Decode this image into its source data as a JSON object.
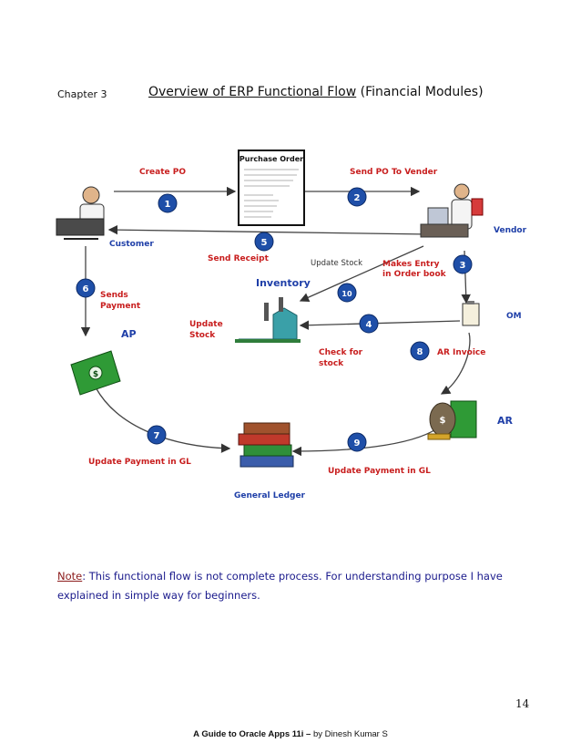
{
  "header": {
    "chapter": "Chapter 3",
    "title_underlined": "Overview of ERP Functional Flow",
    "title_rest": "(Financial Modules)"
  },
  "diagram": {
    "po_doc_title": "Purchase Order",
    "steps": [
      {
        "n": "1",
        "label": "Create PO"
      },
      {
        "n": "2",
        "label": "Send PO To Vender"
      },
      {
        "n": "3",
        "label": ""
      },
      {
        "n": "4",
        "label": ""
      },
      {
        "n": "5",
        "label": "Send Receipt"
      },
      {
        "n": "6",
        "label": ""
      },
      {
        "n": "7",
        "label": "Update Payment in GL"
      },
      {
        "n": "8",
        "label": "AR Invoice"
      },
      {
        "n": "9",
        "label": "Update Payment in GL"
      },
      {
        "n": "10",
        "label": "Update Stock"
      }
    ],
    "labels": {
      "customer": "Customer",
      "vendor": "Vendor",
      "inventory": "Inventory",
      "om": "OM",
      "ap": "AP",
      "ar": "AR",
      "general_ledger": "General Ledger",
      "makes_entry_1": "Makes Entry",
      "makes_entry_2": "in Order book",
      "sends_payment_1": "Sends",
      "sends_payment_2": "Payment",
      "update_stock_1": "Update",
      "update_stock_2": "Stock",
      "check_stock_1": "Check for",
      "check_stock_2": "stock"
    }
  },
  "note": {
    "label": "Note",
    "text": ": This functional flow is not complete process. For understanding purpose I have explained in simple way for beginners."
  },
  "page_number": "14",
  "footer": {
    "bold": "A Guide to Oracle Apps 11i –",
    "rest": " by Dinesh Kumar S"
  }
}
